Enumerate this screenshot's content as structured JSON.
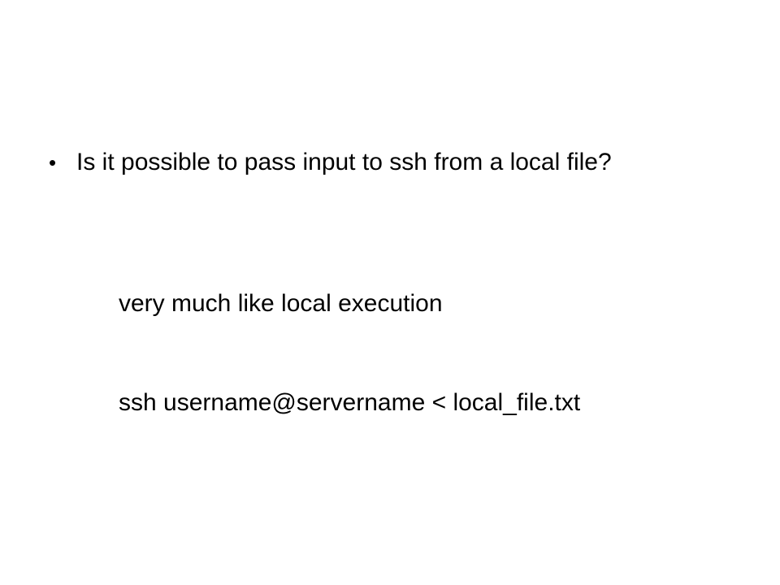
{
  "slide": {
    "bullet": {
      "icon": "bullet-dot-icon",
      "text": "Is it possible to pass input to ssh from a local file?"
    },
    "lines": [
      "very much like local execution",
      "ssh username@servername < local_file.txt"
    ]
  }
}
